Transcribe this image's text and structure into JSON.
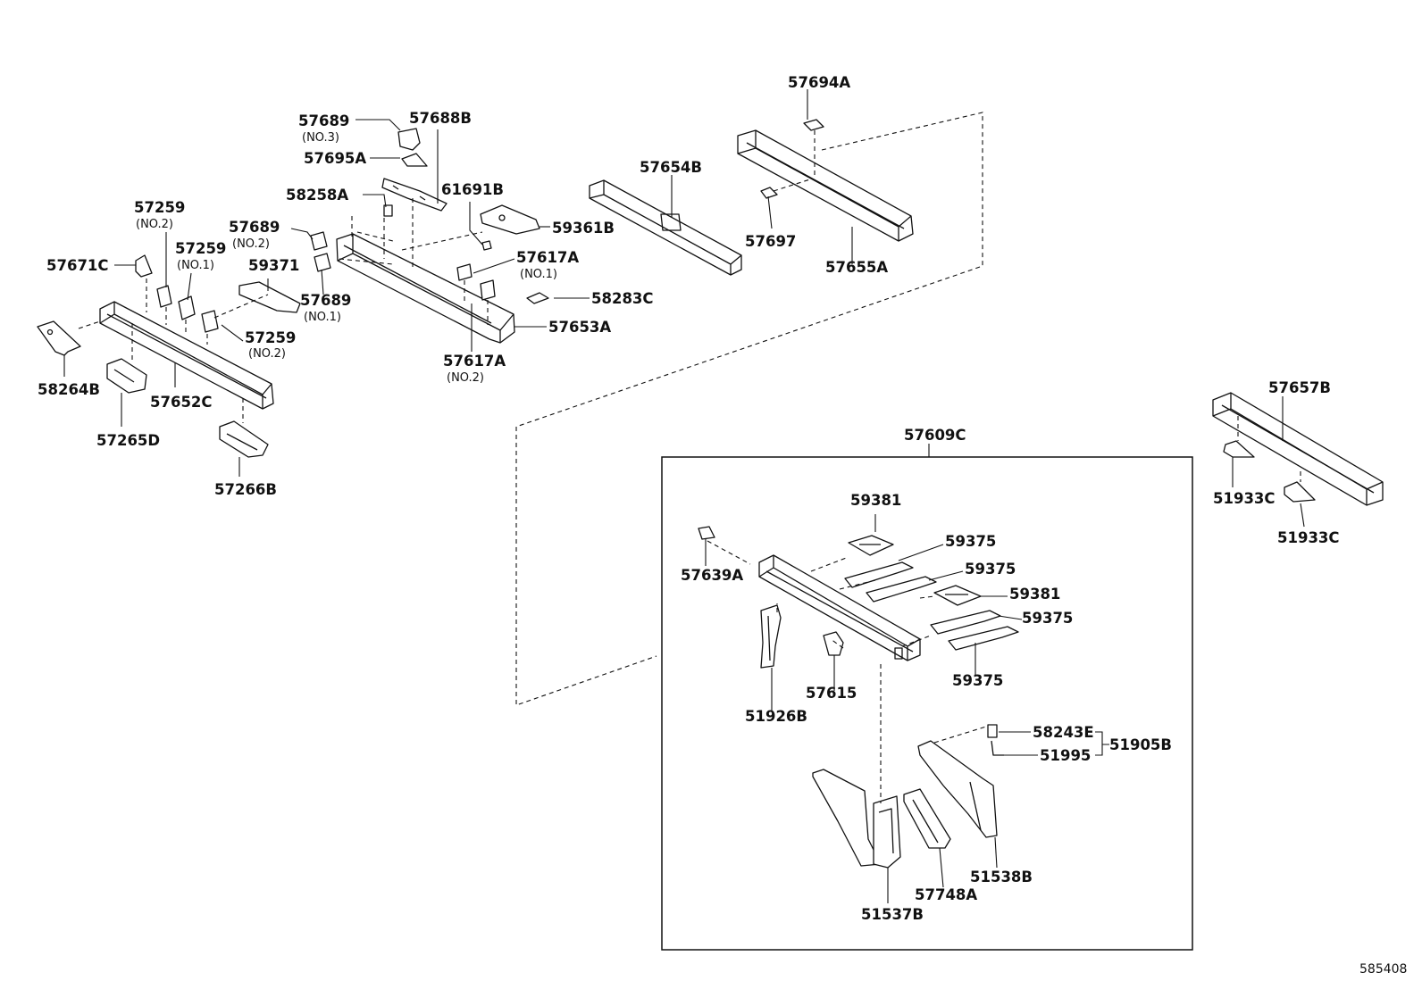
{
  "diagram": {
    "labels": {
      "p57694A": "57694A",
      "p57689_3": "57689",
      "p57689_3_sub": "(NO.3)",
      "p57688B": "57688B",
      "p57695A": "57695A",
      "p57654B": "57654B",
      "p58258A": "58258A",
      "p61691B": "61691B",
      "p57697": "57697",
      "p57655A": "57655A",
      "p57259_2a": "57259",
      "p57259_2a_sub": "(NO.2)",
      "p57689_2": "57689",
      "p57689_2_sub": "(NO.2)",
      "p59361B": "59361B",
      "p57259_1": "57259",
      "p57259_1_sub": "(NO.1)",
      "p57617A_1": "57617A",
      "p57617A_1_sub": "(NO.1)",
      "p57671C": "57671C",
      "p59371": "59371",
      "p58283C": "58283C",
      "p57689_1": "57689",
      "p57689_1_sub": "(NO.1)",
      "p57653A": "57653A",
      "p57259_2b": "57259",
      "p57259_2b_sub": "(NO.2)",
      "p57617A_2": "57617A",
      "p57617A_2_sub": "(NO.2)",
      "p58264B": "58264B",
      "p57652C": "57652C",
      "p57657B": "57657B",
      "p57265D": "57265D",
      "p57609C": "57609C",
      "p57266B": "57266B",
      "p51933C_a": "51933C",
      "p51933C_b": "51933C",
      "p59381_a": "59381",
      "p59375_a": "59375",
      "p57639A": "57639A",
      "p59375_b": "59375",
      "p59381_b": "59381",
      "p59375_c": "59375",
      "p59375_d": "59375",
      "p57615": "57615",
      "p51926B": "51926B",
      "p58243E": "58243E",
      "p51905B": "51905B",
      "p51995": "51995",
      "p51538B": "51538B",
      "p57748A": "57748A",
      "p51537B": "51537B"
    },
    "reference_number": "585408"
  }
}
